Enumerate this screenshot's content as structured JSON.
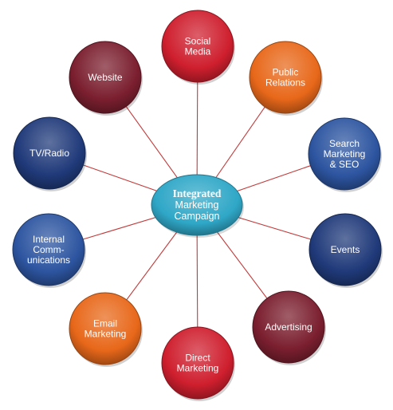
{
  "diagram": {
    "hub": {
      "lines": [
        "Integrated",
        "Marketing",
        "Campaign"
      ],
      "color": "#2fa7c7"
    },
    "nodes": [
      {
        "id": "social-media",
        "lines": [
          "Social",
          "Media"
        ],
        "color": "#cf1f2e"
      },
      {
        "id": "public-relations",
        "lines": [
          "Public",
          "Relations"
        ],
        "color": "#e8681a"
      },
      {
        "id": "search-marketing-seo",
        "lines": [
          "Search",
          "Marketing",
          "& SEO"
        ],
        "color": "#2d55a0"
      },
      {
        "id": "events",
        "lines": [
          "Events"
        ],
        "color": "#203a7a"
      },
      {
        "id": "advertising",
        "lines": [
          "Advertising"
        ],
        "color": "#7b1f2f"
      },
      {
        "id": "direct-marketing",
        "lines": [
          "Direct",
          "Marketing"
        ],
        "color": "#cf1f2e"
      },
      {
        "id": "email-marketing",
        "lines": [
          "Email",
          "Marketing"
        ],
        "color": "#e8681a"
      },
      {
        "id": "internal-communications",
        "lines": [
          "Internal",
          "Comm-",
          "unications"
        ],
        "color": "#2d55a0"
      },
      {
        "id": "tv-radio",
        "lines": [
          "TV/Radio"
        ],
        "color": "#203a7a"
      },
      {
        "id": "website",
        "lines": [
          "Website"
        ],
        "color": "#7b1f2f"
      }
    ],
    "connector_color": "#c23b3b"
  }
}
